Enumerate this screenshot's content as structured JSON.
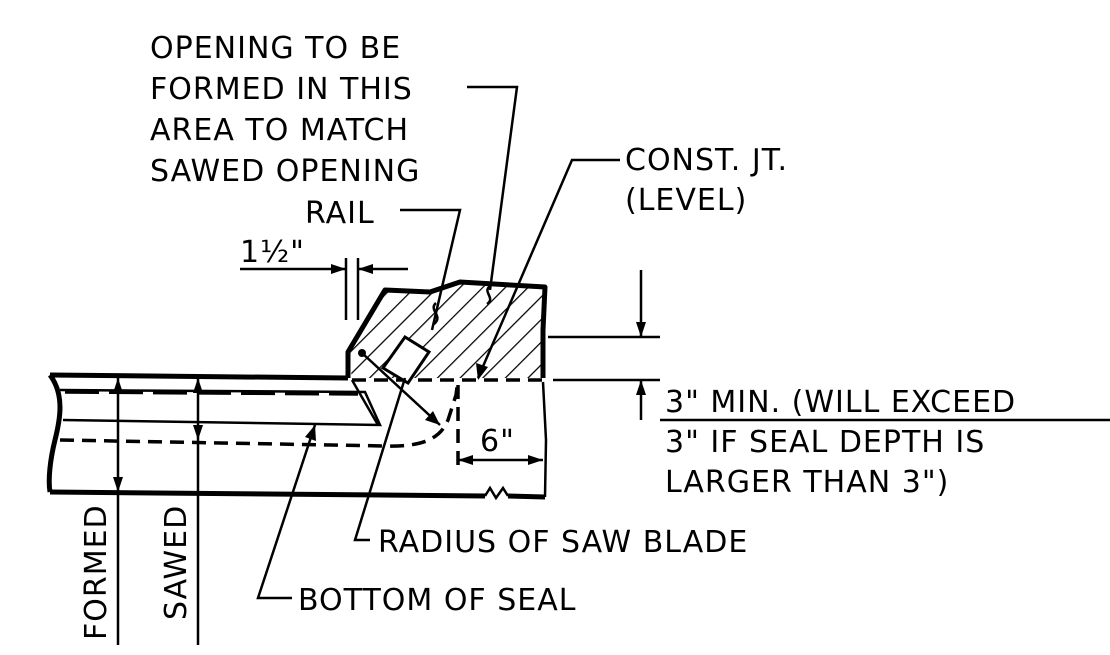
{
  "labels": {
    "opening_line1": "OPENING TO BE",
    "opening_line2": "FORMED IN THIS",
    "opening_line3": "AREA TO MATCH",
    "opening_line4": "SAWED OPENING",
    "const_jt_line1": "CONST. JT.",
    "const_jt_line2": "(LEVEL)",
    "rail": "RAIL",
    "dim_1_half": "1½\"",
    "dim_6": "6\"",
    "min_line1": "3\" MIN. (WILL EXCEED",
    "min_line2": "3\" IF SEAL DEPTH IS",
    "min_line3": "LARGER THAN 3\")",
    "radius": "RADIUS OF SAW BLADE",
    "bottom_seal": "BOTTOM OF SEAL",
    "formed": "FORMED",
    "sawed": "SAWED"
  }
}
